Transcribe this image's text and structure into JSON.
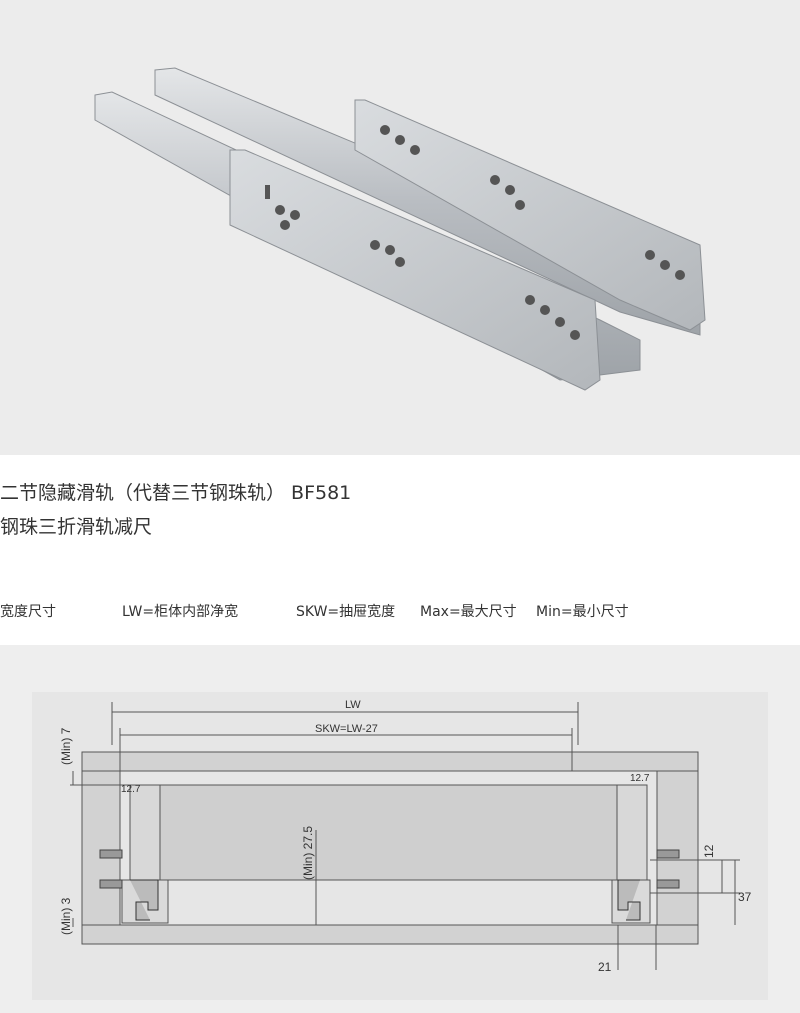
{
  "product": {
    "title": "二节隐藏滑轨（代替三节钢珠轨） BF581",
    "subtitle": "钢珠三折滑轨减尺"
  },
  "legend": {
    "width_label": "宽度尺寸",
    "lw": "LW=柜体内部净宽",
    "skw": "SKW=抽屉宽度",
    "max": "Max=最大尺寸",
    "min": "Min=最小尺寸"
  },
  "diagram": {
    "lw": "LW",
    "skw": "SKW=LW-27",
    "min7": "(Min) 7",
    "min3": "(Min) 3",
    "min27_5": "(Min) 27.5",
    "left_12_7": "12.7",
    "right_12_7": "12.7",
    "dim12": "12",
    "dim37": "37",
    "dim21": "21"
  },
  "colors": {
    "background": "#ececec",
    "metal": "#c9ccd0",
    "panel": "#d6d6d6"
  }
}
